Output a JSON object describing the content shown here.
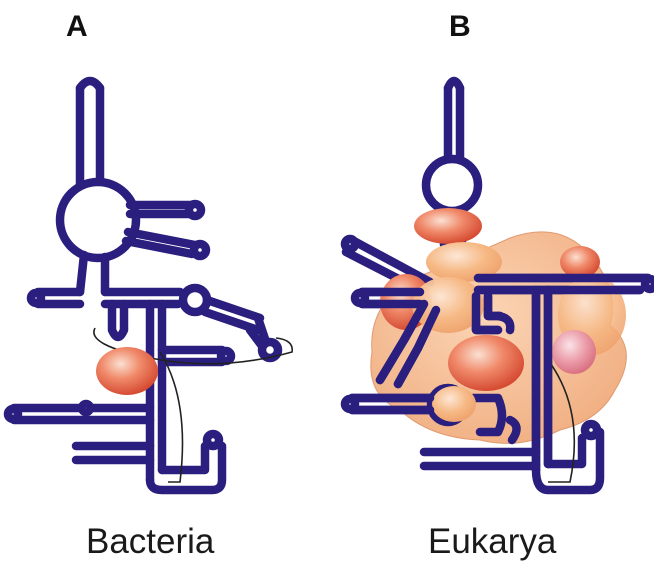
{
  "panels": [
    {
      "letter": "A",
      "caption": "Bacteria"
    },
    {
      "letter": "B",
      "caption": "Eukarya"
    }
  ],
  "colors": {
    "rna_strand": "#2a1f7e",
    "protein_core": "#f4b07f",
    "protein_dark": "#e05a3c",
    "protein_pink": "#e58a98"
  }
}
